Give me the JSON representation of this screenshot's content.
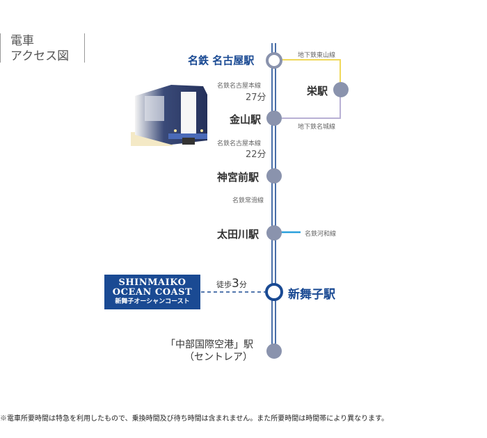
{
  "title": {
    "line1": "電車",
    "line2": "アクセス図"
  },
  "colors": {
    "main_line": "#1a4a93",
    "node": "#8a93ad",
    "higashiyama_line": "#f0d85a",
    "meijo_line": "#b8b0d4",
    "kowa_line": "#2aa0dc",
    "brand_box": "#1a4a93"
  },
  "stations": [
    {
      "id": "meitetsu-nagoya",
      "name": "名鉄 名古屋駅"
    },
    {
      "id": "sakae",
      "name": "栄駅"
    },
    {
      "id": "kanayama",
      "name": "金山駅"
    },
    {
      "id": "jingumae",
      "name": "神宮前駅"
    },
    {
      "id": "otagawa",
      "name": "太田川駅"
    },
    {
      "id": "shinmaiko",
      "name": "新舞子駅"
    },
    {
      "id": "centrair",
      "name": "「中部国際空港」駅",
      "sub": "（セントレア）"
    }
  ],
  "segments": [
    {
      "line": "名鉄名古屋本線",
      "time": "27分"
    },
    {
      "line": "名鉄名古屋本線",
      "time": "22分"
    },
    {
      "line": "名鉄常滑線"
    }
  ],
  "branches": {
    "higashiyama": "地下鉄東山線",
    "meijo": "地下鉄名城線",
    "kowa": "名鉄河和線"
  },
  "walk": {
    "label": "徒歩",
    "minutes": "3",
    "unit": "分"
  },
  "destination": {
    "line1": "SHINMAIKO",
    "line2": "OCEAN COAST",
    "line3": "新舞子オーシャンコースト"
  },
  "footnote": "※電車所要時間は特急を利用したもので、乗換時間及び待ち時間は含まれません。また所要時間は時間帯により異なります。"
}
